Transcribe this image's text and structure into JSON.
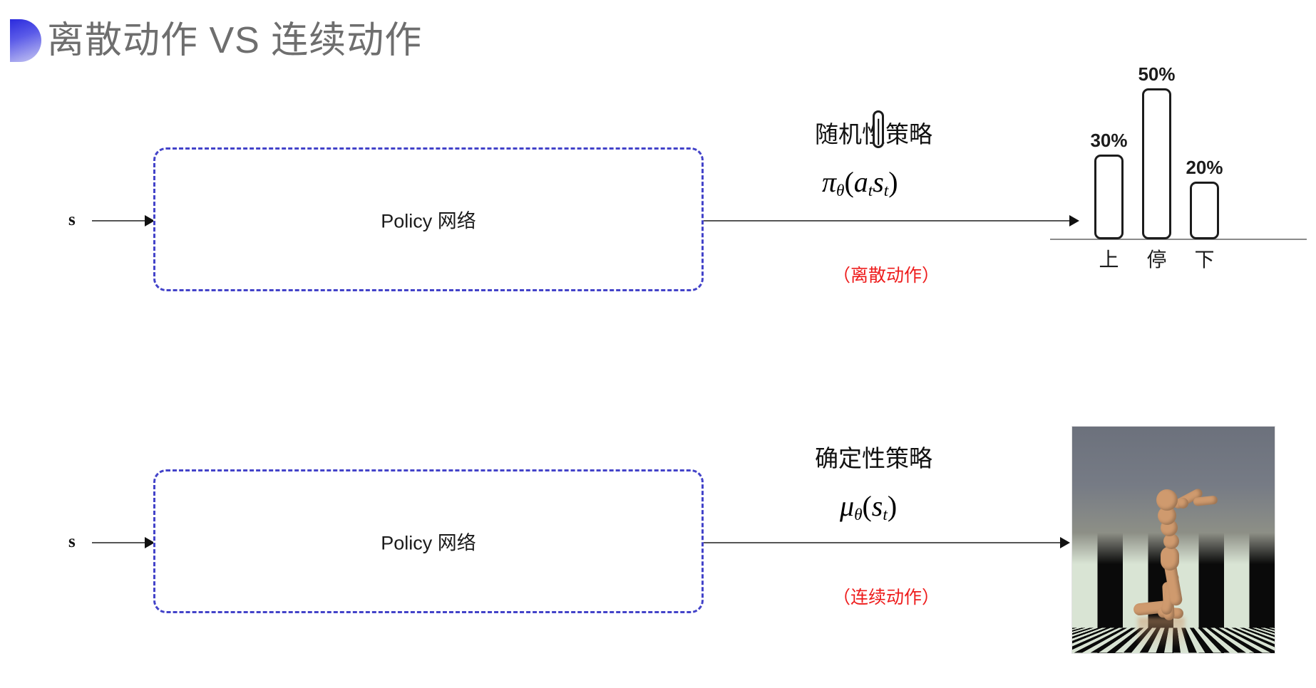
{
  "slide": {
    "title": "离散动作 VS 连续动作",
    "bullet_icon": "half-circle-gradient-icon",
    "title_color": "#6e6e6e",
    "accent_color": "#4343c9",
    "highlight_color": "#ee1c1c"
  },
  "rows": [
    {
      "id": "discrete",
      "input_label": "s",
      "box_label": "Policy 网络",
      "policy_kind": "随机性策略",
      "formula_plain": "π_θ(a_t|s_t)",
      "action_note": "（离散动作）",
      "output_type": "bar-chart"
    },
    {
      "id": "continuous",
      "input_label": "s",
      "box_label": "Policy 网络",
      "policy_kind": "确定性策略",
      "formula_plain": "μ_θ(s_t)",
      "action_note": "（连续动作）",
      "output_type": "humanoid-simulation"
    }
  ],
  "formula_parts": {
    "pi": "π",
    "mu": "μ",
    "theta": "θ",
    "a": "a",
    "s": "s",
    "t": "t",
    "bar": "|",
    "open_paren": "(",
    "close_paren": ")"
  },
  "chart_data": {
    "type": "bar",
    "title": "",
    "categories": [
      "上",
      "停",
      "下"
    ],
    "values": [
      30,
      50,
      20
    ],
    "value_labels": [
      "30%",
      "50%",
      "20%"
    ],
    "xlabel": "",
    "ylabel": "",
    "ylim": [
      0,
      60
    ],
    "grid": false,
    "legend": "none",
    "bar_fill": "#ffffff",
    "bar_stroke": "#1c1c1c",
    "axis_color": "#8a8a8a"
  },
  "humanoid": {
    "caption": "",
    "scene": "mujoco-humanoid-checkerboard",
    "sky_color": "#767b85",
    "floor_light": "#d8e3d3",
    "floor_dark": "#0a0a0a",
    "body_color": "#cf9a6e"
  }
}
